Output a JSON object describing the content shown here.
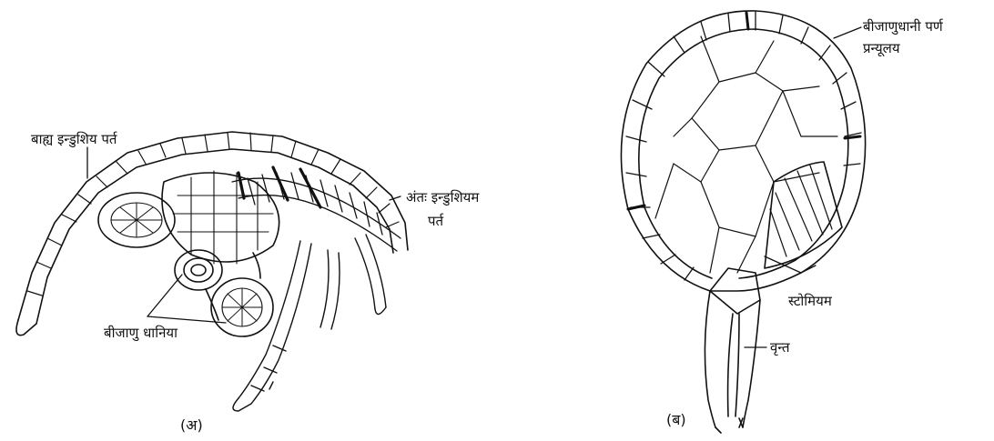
{
  "figure_a": {
    "caption": "(अ)",
    "labels": {
      "outer_indusium": "बाह्य इन्डुशिय पर्त",
      "inner_indusium_line1": "अंतः इन्डुशियम",
      "inner_indusium_line2": "पर्त",
      "sporangia": "बीजाणु धानिया"
    }
  },
  "figure_b": {
    "caption": "(ब)",
    "labels": {
      "sporangium_wall_line1": "बीजाणुधानी पर्ण",
      "sporangium_wall_line2": "प्रन्यूलय",
      "stomium": "स्टोमियम",
      "stalk": "वृन्त"
    }
  },
  "colors": {
    "ink": "#111111",
    "background": "#ffffff"
  }
}
